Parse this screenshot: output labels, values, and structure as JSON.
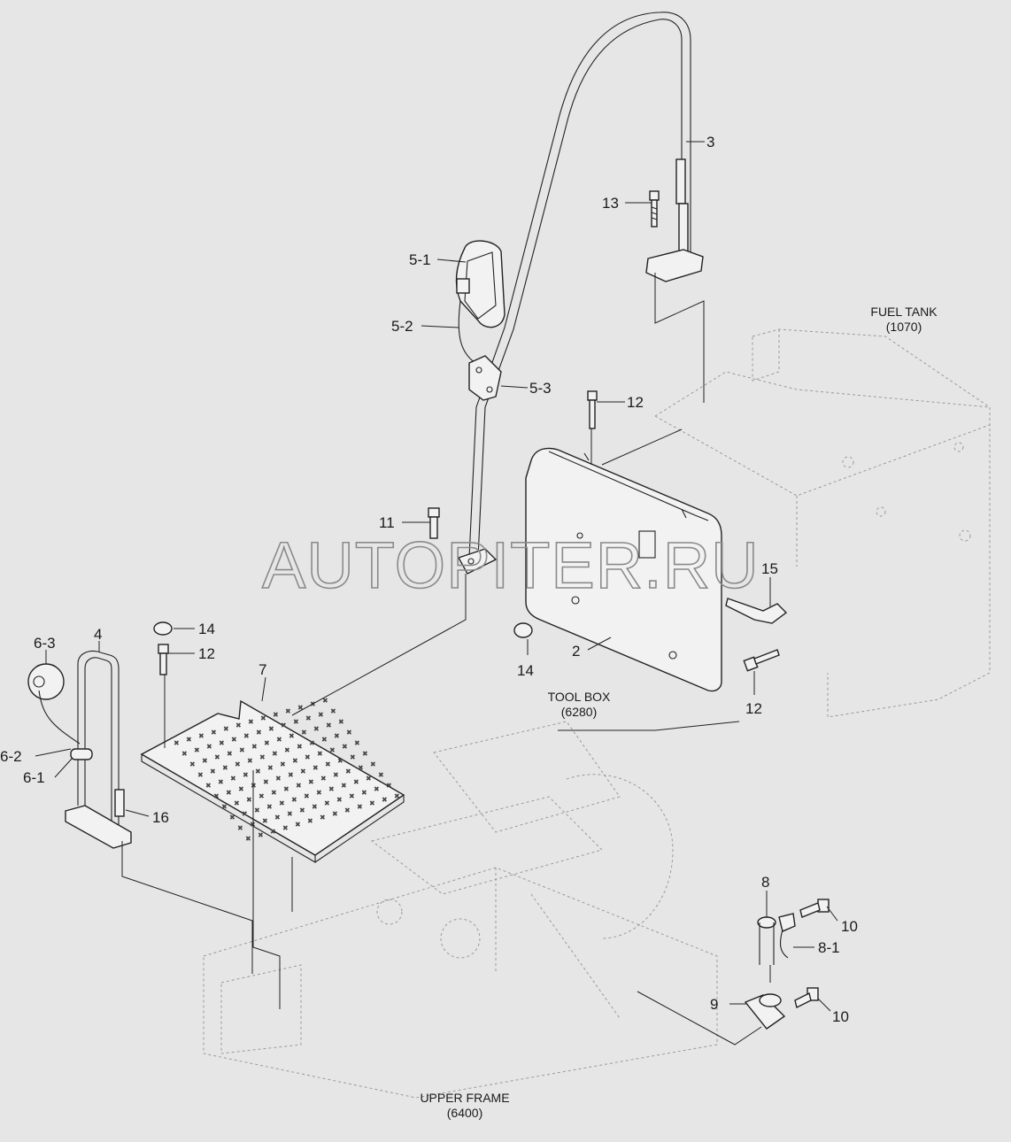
{
  "watermark": "AUTOPITER.RU",
  "references": {
    "fuel_tank": {
      "name": "FUEL TANK",
      "code": "(1070)"
    },
    "tool_box": {
      "name": "TOOL BOX",
      "code": "(6280)"
    },
    "upper_frame": {
      "name": "UPPER FRAME",
      "code": "(6400)"
    }
  },
  "callouts": {
    "c3": "3",
    "c13": "13",
    "c5_1": "5-1",
    "c5_2": "5-2",
    "c5_3": "5-3",
    "c12_top": "12",
    "c11": "11",
    "c15": "15",
    "c2": "2",
    "c14_box": "14",
    "c12_right": "12",
    "c4": "4",
    "c6_3": "6-3",
    "c14_left": "14",
    "c12_left": "12",
    "c7": "7",
    "c6_2": "6-2",
    "c6_1": "6-1",
    "c16": "16",
    "c8": "8",
    "c10_top": "10",
    "c8_1": "8-1",
    "c9": "9",
    "c10_bottom": "10"
  }
}
